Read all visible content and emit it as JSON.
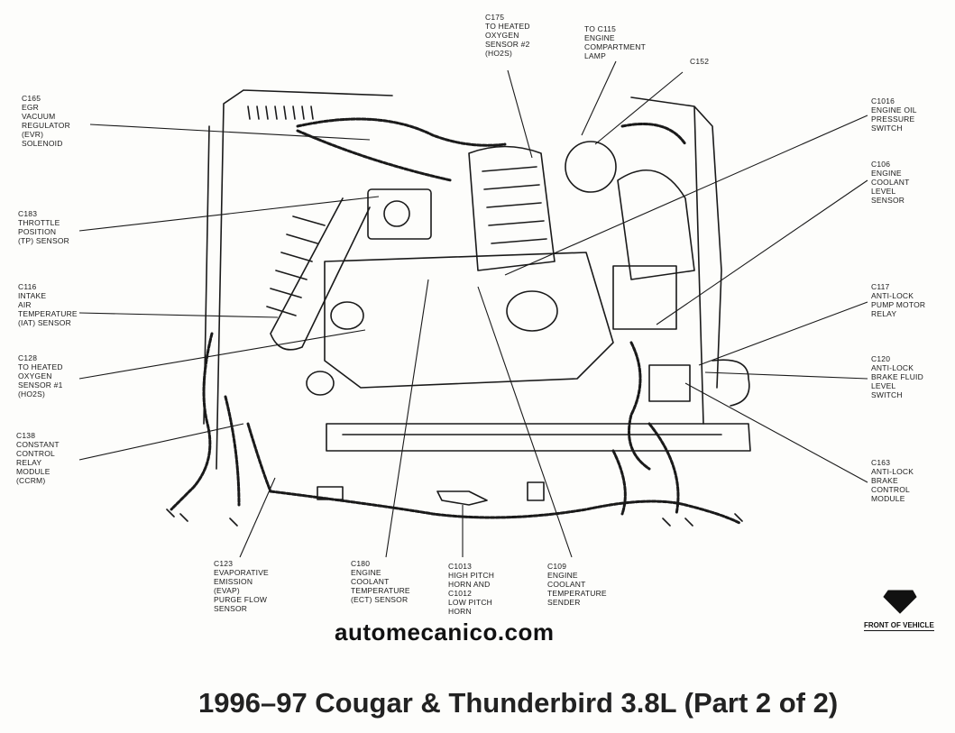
{
  "labels": {
    "c175": [
      "C175",
      "TO HEATED",
      "OXYGEN",
      "SENSOR #2",
      "(HO2S)"
    ],
    "c115": [
      "TO C115",
      "ENGINE",
      "COMPARTMENT",
      "LAMP"
    ],
    "c152": [
      "C152"
    ],
    "c165": [
      "C165",
      "EGR",
      "VACUUM",
      "REGULATOR",
      "(EVR)",
      "SOLENOID"
    ],
    "c1016": [
      "C1016",
      "ENGINE OIL",
      "PRESSURE",
      "SWITCH"
    ],
    "c106": [
      "C106",
      "ENGINE",
      "COOLANT",
      "LEVEL",
      "SENSOR"
    ],
    "c183": [
      "C183",
      "THROTTLE",
      "POSITION",
      "(TP) SENSOR"
    ],
    "c116": [
      "C116",
      "INTAKE",
      "AIR",
      "TEMPERATURE",
      "(IAT) SENSOR"
    ],
    "c117": [
      "C117",
      "ANTI-LOCK",
      "PUMP MOTOR",
      "RELAY"
    ],
    "c128": [
      "C128",
      "TO HEATED",
      "OXYGEN",
      "SENSOR #1",
      "(HO2S)"
    ],
    "c120": [
      "C120",
      "ANTI-LOCK",
      "BRAKE FLUID",
      "LEVEL",
      "SWITCH"
    ],
    "c138": [
      "C138",
      "CONSTANT",
      "CONTROL",
      "RELAY",
      "MODULE",
      "(CCRM)"
    ],
    "c163": [
      "C163",
      "ANTI-LOCK",
      "BRAKE",
      "CONTROL",
      "MODULE"
    ],
    "c123": [
      "C123",
      "EVAPORATIVE",
      "EMISSION",
      "(EVAP)",
      "PURGE FLOW",
      "SENSOR"
    ],
    "c180": [
      "C180",
      "ENGINE",
      "COOLANT",
      "TEMPERATURE",
      "(ECT) SENSOR"
    ],
    "c1013": [
      "C1013",
      "HIGH PITCH",
      "HORN AND",
      "C1012",
      "LOW PITCH",
      "HORN"
    ],
    "c109": [
      "C109",
      "ENGINE",
      "COOLANT",
      "TEMPERATURE",
      "SENDER"
    ]
  },
  "front_of_vehicle": "FRONT OF VEHICLE",
  "website": "automecanico.com",
  "title": "1996–97 Cougar & Thunderbird 3.8L (Part 2 of 2)",
  "colors": {
    "ink": "#111111",
    "paper": "#fdfdfb"
  }
}
